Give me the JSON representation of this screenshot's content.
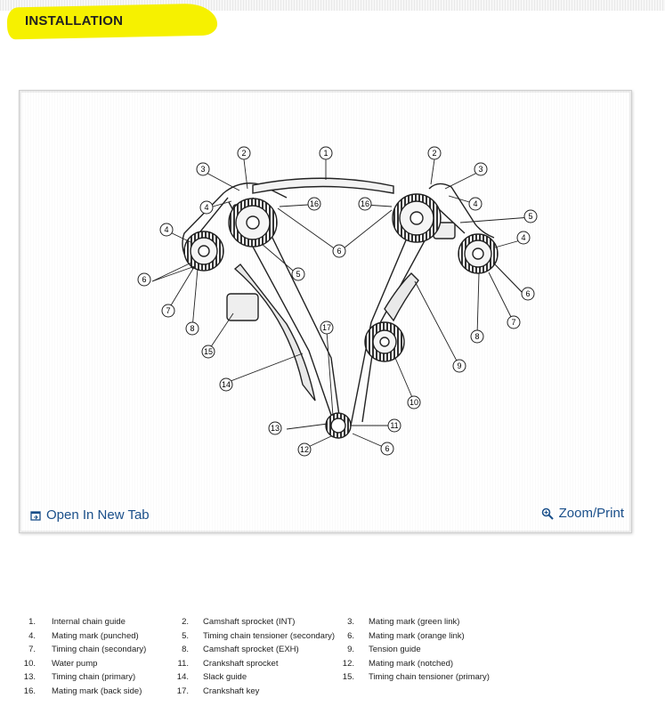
{
  "section": {
    "title": "INSTALLATION",
    "highlight_color": "#f6f100"
  },
  "figure": {
    "callouts": [
      "1",
      "2",
      "3",
      "4",
      "5",
      "6",
      "7",
      "8",
      "9",
      "10",
      "11",
      "12",
      "13",
      "14",
      "15",
      "16",
      "17"
    ],
    "actions": {
      "open_new_tab": "Open In New Tab",
      "zoom_print": "Zoom/Print"
    },
    "link_color": "#1a4f8a"
  },
  "legend": {
    "rows": [
      [
        {
          "n": "1.",
          "t": "Internal chain guide"
        },
        {
          "n": "2.",
          "t": "Camshaft sprocket (INT)"
        },
        {
          "n": "3.",
          "t": "Mating mark (green link)"
        }
      ],
      [
        {
          "n": "4.",
          "t": "Mating mark (punched)"
        },
        {
          "n": "5.",
          "t": "Timing chain tensioner (secondary)"
        },
        {
          "n": "6.",
          "t": "Mating mark (orange link)"
        }
      ],
      [
        {
          "n": "7.",
          "t": "Timing chain (secondary)"
        },
        {
          "n": "8.",
          "t": "Camshaft sprocket (EXH)"
        },
        {
          "n": "9.",
          "t": "Tension guide"
        }
      ],
      [
        {
          "n": "10.",
          "t": "Water pump"
        },
        {
          "n": "11.",
          "t": "Crankshaft sprocket"
        },
        {
          "n": "12.",
          "t": "Mating mark (notched)"
        }
      ],
      [
        {
          "n": "13.",
          "t": "Timing chain (primary)"
        },
        {
          "n": "14.",
          "t": "Slack guide"
        },
        {
          "n": "15.",
          "t": "Timing chain tensioner (primary)"
        }
      ],
      [
        {
          "n": "16.",
          "t": "Mating mark (back side)"
        },
        {
          "n": "17.",
          "t": "Crankshaft key"
        },
        null
      ]
    ]
  }
}
